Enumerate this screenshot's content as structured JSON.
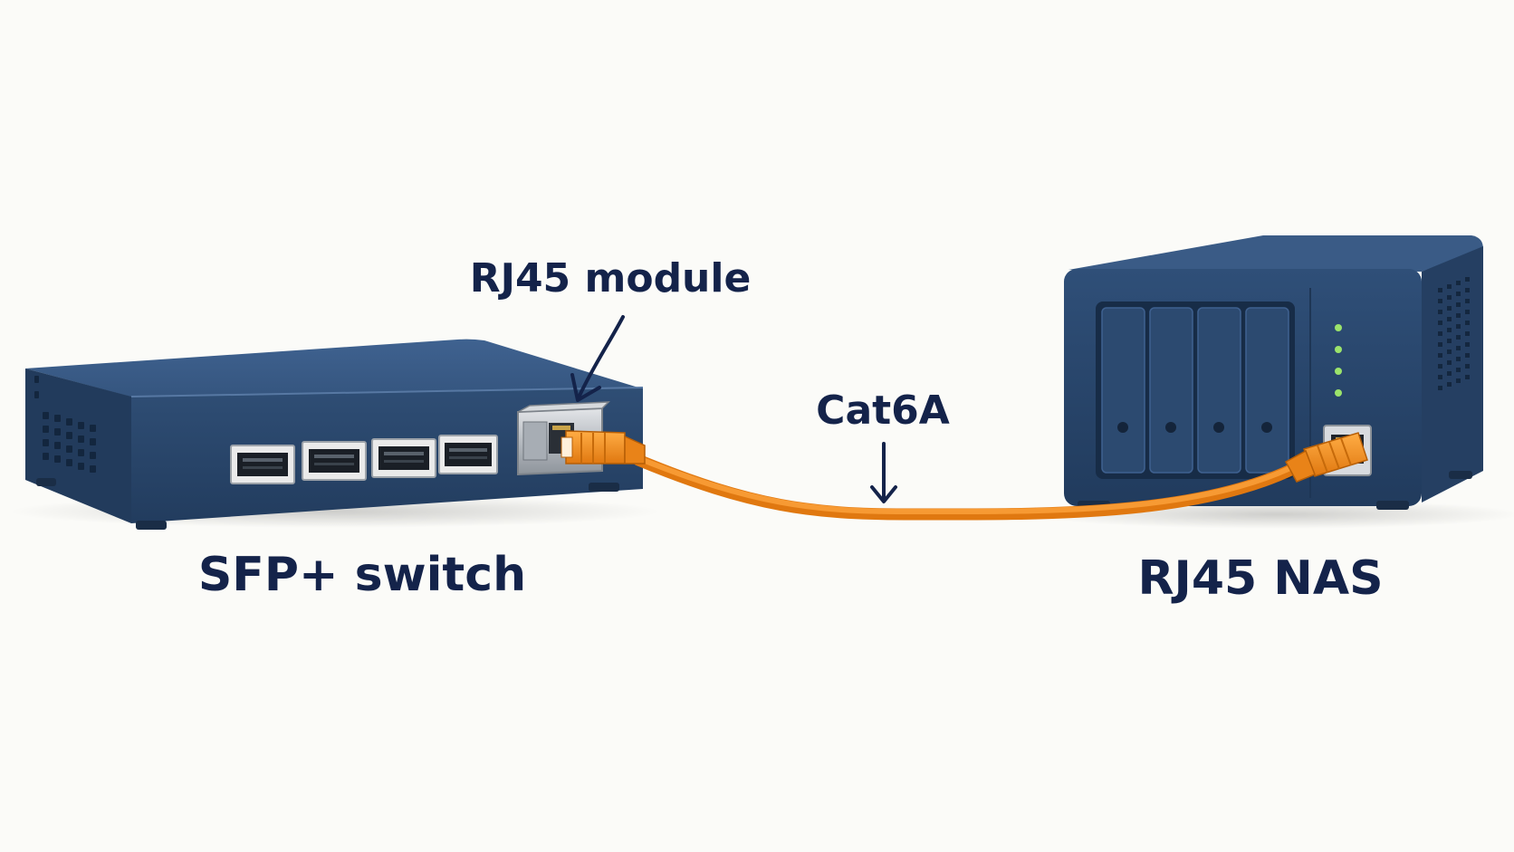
{
  "labels": {
    "rj45_module": "RJ45 module",
    "cat6a": "Cat6A",
    "sfp_switch": "SFP+ switch",
    "rj45_nas": "RJ45 NAS"
  },
  "colors": {
    "background": "#fbfbf8",
    "device_body": "#2c4a70",
    "device_dark": "#1b3352",
    "device_top": "#3a5b85",
    "cable": "#f2891f",
    "label_text": "#14234a",
    "led": "#9be36b",
    "module_metal": "#bfc3c8"
  },
  "devices": {
    "switch": {
      "sfp_port_count": 4,
      "icon": "sfp-switch-icon"
    },
    "nas": {
      "drive_bay_count": 4,
      "status_led_count": 4,
      "icon": "nas-icon"
    }
  }
}
